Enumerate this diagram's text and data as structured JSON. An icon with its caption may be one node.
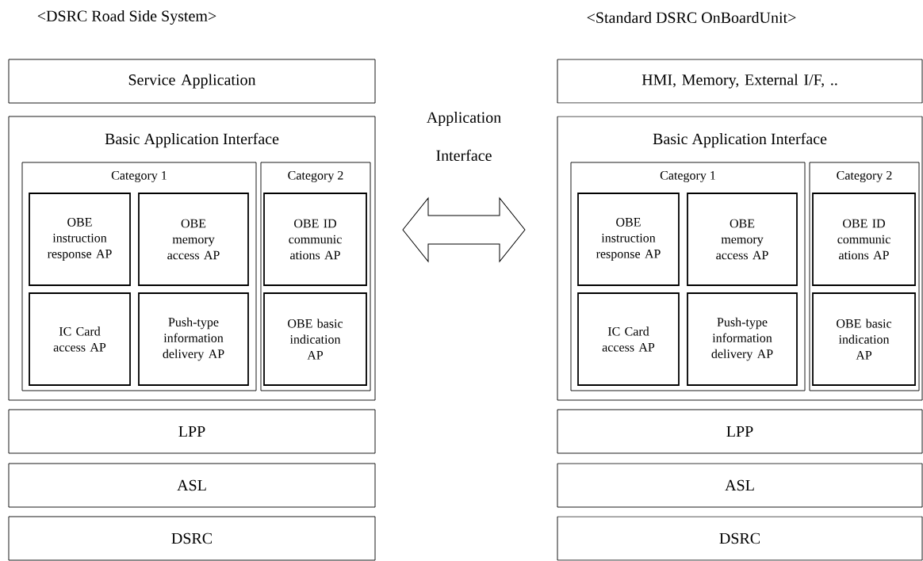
{
  "diagram": {
    "nodes": [
      {
        "text": [
          "Service Application"
        ]
      },
      {
        "text": [
          "Basic Application Interface"
        ]
      },
      {
        "text": [
          "Category 1"
        ],
        "in": 1
      },
      {
        "text": [
          "OBE instruction response AP"
        ],
        "in": 2
      },
      {
        "text": [
          "OBE memory access AP"
        ],
        "in": 2
      },
      {
        "text": [
          "IC Card access AP"
        ],
        "in": 2
      },
      {
        "text": [
          "Push-type information delivery AP"
        ],
        "in": 2
      },
      {
        "text": [
          "Category 2"
        ],
        "in": 1
      },
      {
        "text": [
          "OBE ID communic ations AP"
        ],
        "in": 7
      },
      {
        "text": [
          "OBE basic indication AP"
        ],
        "in": 7
      },
      {
        "text": [
          "LPP"
        ]
      },
      {
        "text": [
          "ASL"
        ]
      },
      {
        "text": [
          "DSRC"
        ]
      },
      {
        "text": [
          "HMI, Memory, External I/F, .."
        ]
      },
      {
        "text": [
          "Basic Application Interface"
        ]
      },
      {
        "text": [
          "Category 1"
        ],
        "in": 14
      },
      {
        "text": [
          "OBE instruction response AP"
        ],
        "in": 15
      },
      {
        "text": [
          "OBE memory access AP"
        ],
        "in": 15
      },
      {
        "text": [
          "IC Card access AP"
        ],
        "in": 15
      },
      {
        "text": [
          "Push-type information delivery AP"
        ],
        "in": 15
      },
      {
        "text": [
          "Category 2"
        ],
        "in": 14
      },
      {
        "text": [
          "OBE ID communic ations AP"
        ],
        "in": 20
      },
      {
        "text": [
          "OBE basic indication AP"
        ],
        "in": 20
      },
      {
        "text": [
          "LPP"
        ]
      },
      {
        "text": [
          "ASL"
        ]
      },
      {
        "text": [
          "DSRC"
        ]
      }
    ],
    "edges": [
      {
        "from": 1,
        "to": 14,
        "arrow": "both",
        "label": "Application Interface"
      }
    ],
    "labels": [
      "<DSRC Road Side System>",
      "<Standard DSRC OnBoardUnit>"
    ]
  }
}
